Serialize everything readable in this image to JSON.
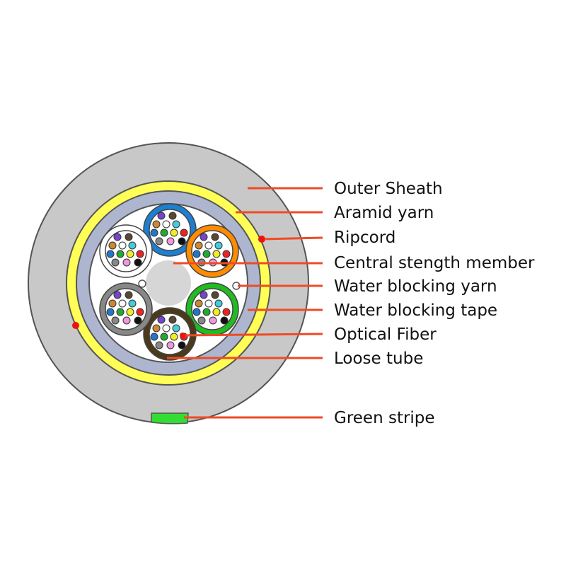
{
  "labels": {
    "outer_sheath": "Outer Sheath",
    "aramid_yarn": "Aramid yarn",
    "ripcord": "Ripcord",
    "central_strength_member": "Central stength member",
    "water_blocking_yarn": "Water blocking yarn",
    "water_blocking_tape": "Water blocking tape",
    "optical_fiber": "Optical Fiber",
    "loose_tube": "Loose tube",
    "green_stripe": "Green stripe"
  },
  "colors": {
    "outer_sheath": "#c8c8c8",
    "aramid_yarn": "#ffff55",
    "water_blocking_tape": "#aeb6cf",
    "core_fill": "#ffffff",
    "central_member": "#d6d6d6",
    "ripcord": "#ee1111",
    "leader_line": "#f04a25",
    "green_stripe": "#33dd33",
    "tubes": [
      "#1e7fd0",
      "#ff8c00",
      "#22bb22",
      "#4a3a1a",
      "#888888",
      "#ffffff"
    ],
    "fibers": [
      "#7744cc",
      "#5a4632",
      "#cc8833",
      "#ffffff",
      "#44ccdd",
      "#2277cc",
      "#22aa33",
      "#eeee22",
      "#ee2222",
      "#888888",
      "#ee99dd",
      "#111111"
    ]
  }
}
